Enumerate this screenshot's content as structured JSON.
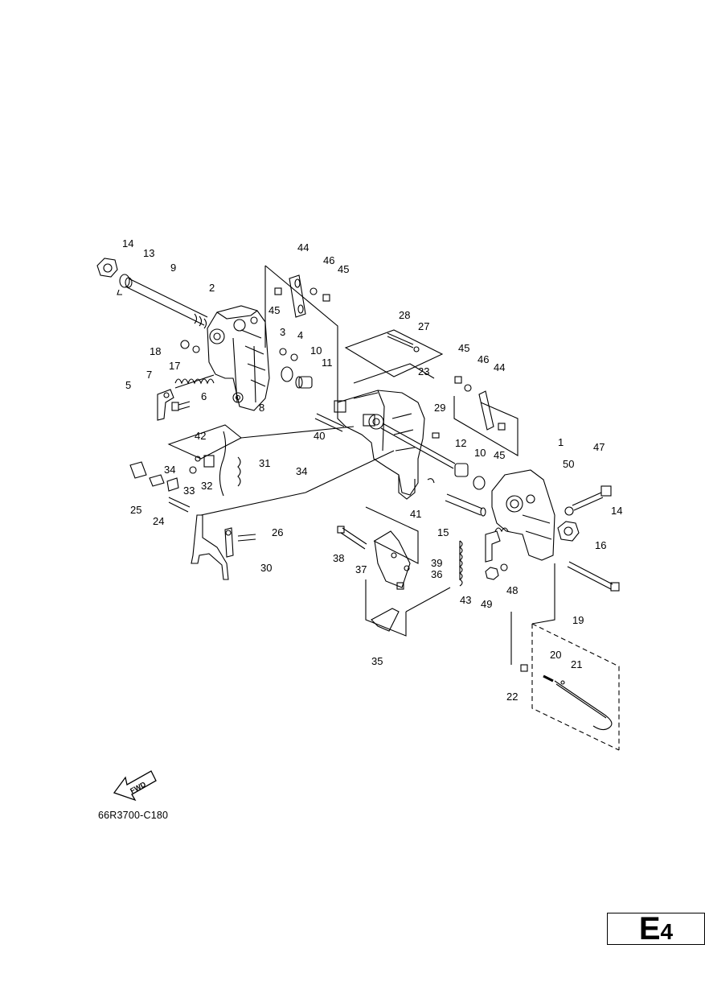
{
  "diagram": {
    "drawing_code": "66R3700-C180",
    "section": {
      "letter": "E",
      "number": "4"
    },
    "fwd_label": "FWD",
    "callouts": [
      "14",
      "13",
      "9",
      "2",
      "44",
      "46",
      "45",
      "45",
      "3",
      "4",
      "10",
      "11",
      "18",
      "17",
      "7",
      "5",
      "6",
      "8",
      "28",
      "27",
      "23",
      "45",
      "46",
      "44",
      "29",
      "42",
      "40",
      "34",
      "31",
      "33",
      "32",
      "34",
      "25",
      "24",
      "26",
      "30",
      "38",
      "37",
      "39",
      "36",
      "35",
      "12",
      "10",
      "45",
      "41",
      "1",
      "47",
      "50",
      "14",
      "15",
      "16",
      "43",
      "49",
      "48",
      "19",
      "20",
      "21",
      "22"
    ]
  }
}
